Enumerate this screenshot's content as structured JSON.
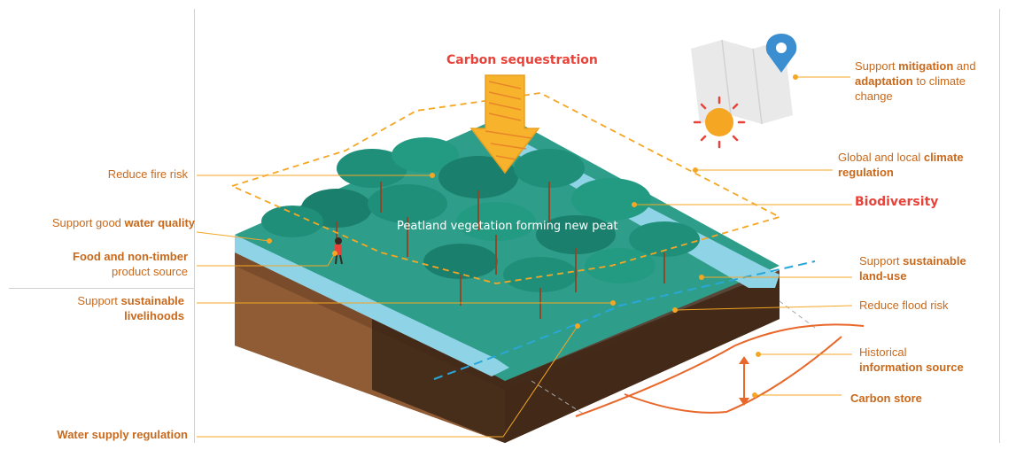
{
  "title": "Carbon sequestration",
  "center_label": "Peatland vegetation forming new peat",
  "left_labels": {
    "fire": "Reduce fire risk",
    "water_quality_pre": "Support good ",
    "water_quality_bold": "water quality",
    "food_bold": "Food and non-timber",
    "food_post": "product source",
    "livelihoods_pre": "Support ",
    "livelihoods_bold": "sustainable livelihoods",
    "water_supply": "Water supply regulation"
  },
  "right_labels": {
    "mitigation_pre": "Support ",
    "mitigation_bold1": "mitigation",
    "mitigation_mid": " and ",
    "mitigation_bold2": "adaptation",
    "mitigation_post": " to climate change",
    "climate_pre": "Global and local ",
    "climate_bold": "climate regulation",
    "biodiversity": "Biodiversity",
    "landuse_pre": "Support ",
    "landuse_bold": "sustainable land-use",
    "flood": "Reduce flood risk",
    "historical_pre": "Historical",
    "historical_bold": "information source",
    "carbon_store": "Carbon store"
  },
  "colors": {
    "accent": "#e8433a",
    "label": "#c8691c",
    "leader": "#f5a623",
    "water": "#2aa7d8",
    "canopy": "#1f8f7a",
    "soil": "#8a5a34"
  },
  "icons": [
    "map-pin-icon",
    "sun-icon",
    "map-icon",
    "carbon-arrow-icon"
  ]
}
